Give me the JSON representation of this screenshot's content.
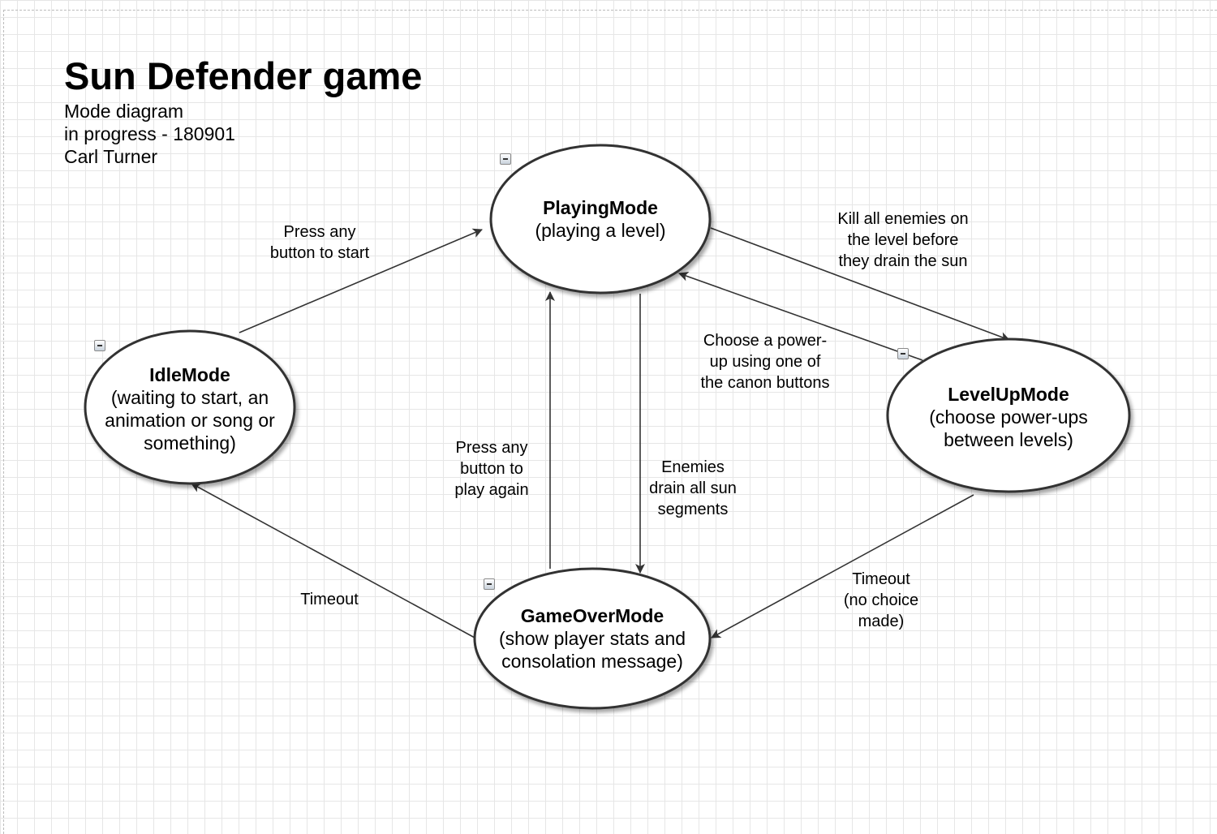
{
  "header": {
    "title": "Sun Defender game",
    "subtitle_lines": [
      "Mode diagram",
      "in progress - 180901",
      "Carl Turner"
    ]
  },
  "nodes": {
    "playing": {
      "name": "PlayingMode",
      "desc": "(playing a level)"
    },
    "idle": {
      "name": "IdleMode",
      "desc": "(waiting to start, an\nanimation or song or\nsomething)"
    },
    "levelup": {
      "name": "LevelUpMode",
      "desc": "(choose power-ups\nbetween levels)"
    },
    "gameover": {
      "name": "GameOverMode",
      "desc": "(show player stats and\nconsolation message)"
    }
  },
  "edges": {
    "idle_to_playing": "Press any\nbutton to start",
    "playing_to_levelup": "Kill all enemies on\nthe level before\nthey drain the sun",
    "levelup_to_playing": "Choose a power-\nup using one of\nthe canon buttons",
    "gameover_to_playing": "Press any\nbutton to\nplay again",
    "playing_to_gameover": "Enemies\ndrain all sun\nsegments",
    "gameover_to_idle": "Timeout",
    "levelup_to_gameover": "Timeout\n(no choice\nmade)"
  },
  "colors": {
    "node_fill": "#ffffff",
    "node_stroke": "#333333",
    "edge_stroke": "#333333",
    "grid": "#e6e6e6"
  }
}
